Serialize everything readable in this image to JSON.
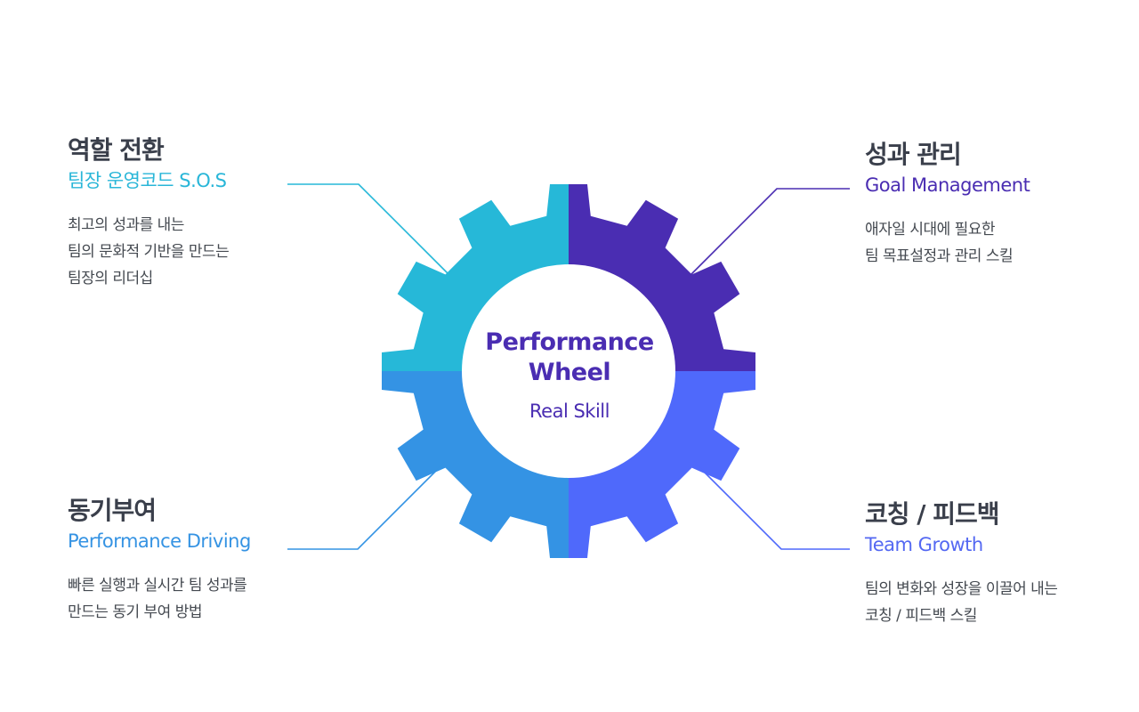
{
  "colors": {
    "top_left": "#26b8d8",
    "top_right": "#4a2db2",
    "bottom_left": "#3493e4",
    "bottom_right": "#4f69fb",
    "title": "#3a3f4b"
  },
  "center": {
    "title_line1": "Performance",
    "title_line2": "Wheel",
    "subtitle": "Real Skill"
  },
  "quadrants": {
    "top_left": {
      "title": "역할 전환",
      "subtitle": "팀장 운영코드 S.O.S",
      "desc": [
        "최고의 성과를 내는",
        "팀의 문화적 기반을 만드는",
        "팀장의 리더십"
      ]
    },
    "top_right": {
      "title": "성과 관리",
      "subtitle": "Goal Management",
      "desc": [
        "애자일 시대에 필요한",
        "팀 목표설정과 관리 스킬"
      ]
    },
    "bottom_left": {
      "title": "동기부여",
      "subtitle": "Performance Driving",
      "desc": [
        "빠른 실행과 실시간 팀 성과를",
        "만드는 동기 부여 방법"
      ]
    },
    "bottom_right": {
      "title": "코칭 / 피드백",
      "subtitle": "Team Growth",
      "desc": [
        "팀의 변화와 성장을 이끌어 내는",
        "코칭 / 피드백 스킬"
      ]
    }
  }
}
